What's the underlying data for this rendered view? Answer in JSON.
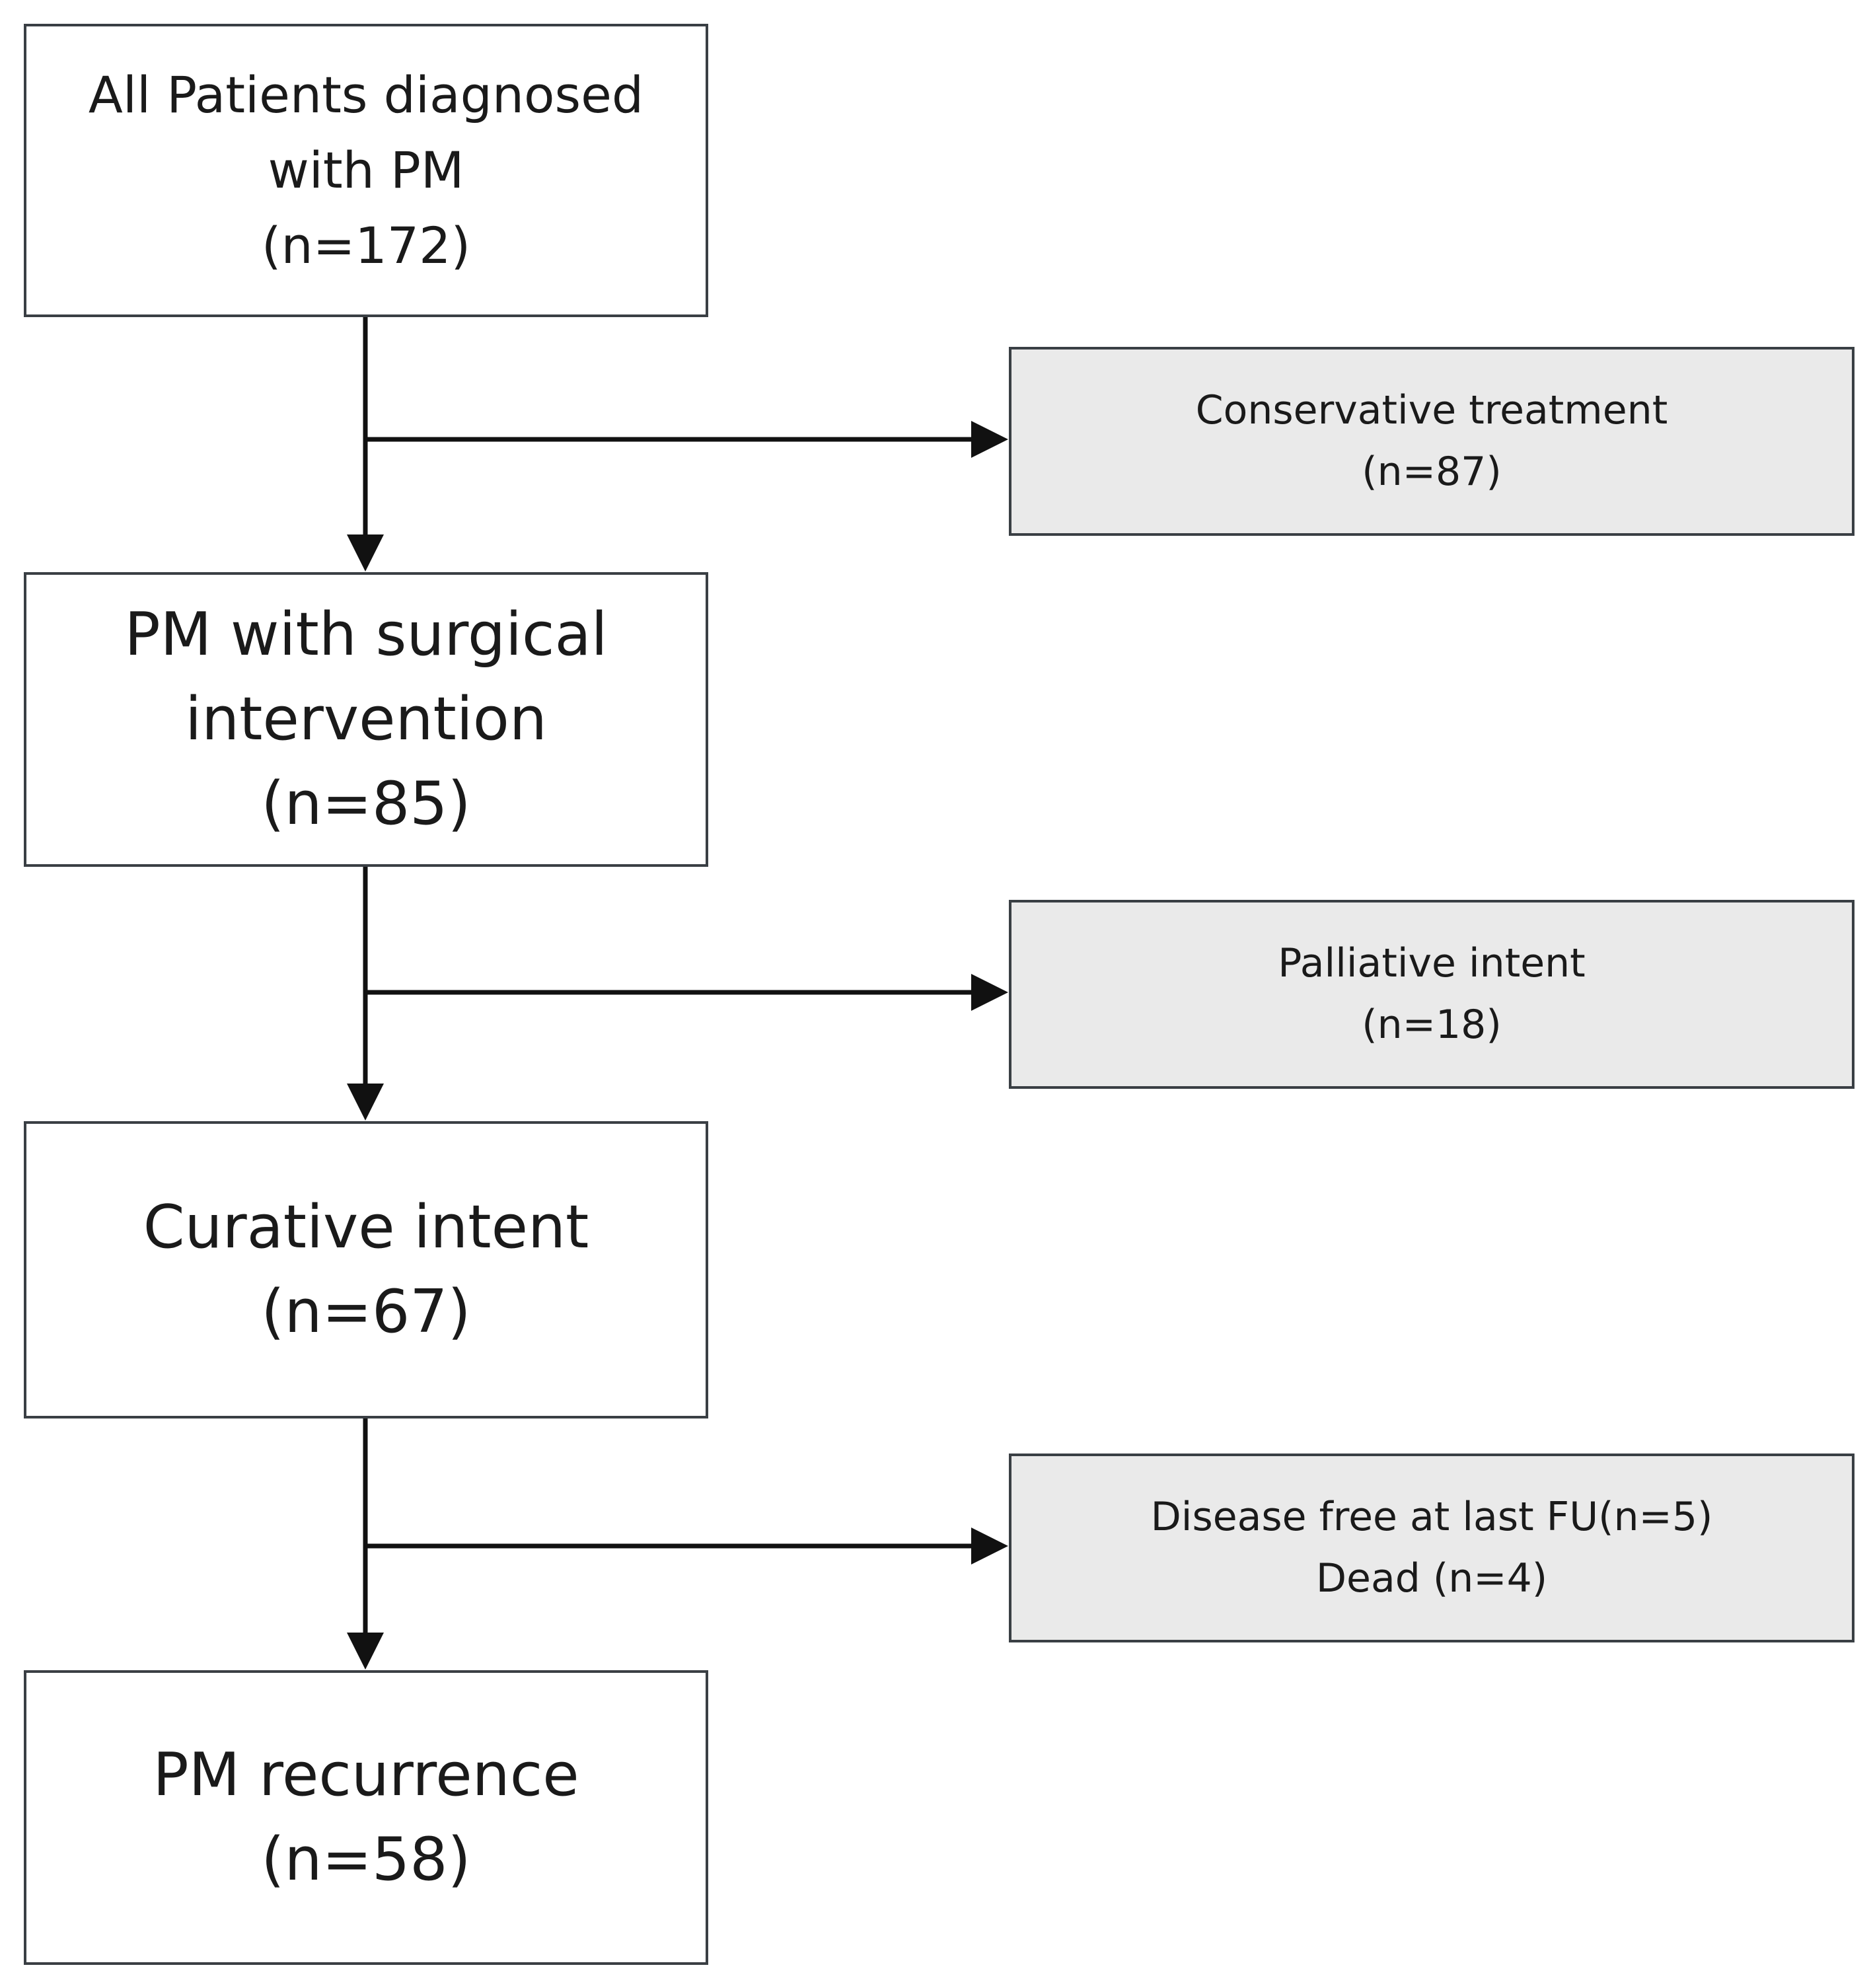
{
  "flowchart": {
    "main_boxes": [
      {
        "lines": [
          "All Patients diagnosed",
          "with PM",
          "(n=172)"
        ]
      },
      {
        "lines": [
          "PM with surgical",
          "intervention",
          "(n=85)"
        ]
      },
      {
        "lines": [
          "Curative intent",
          "(n=67)"
        ]
      },
      {
        "lines": [
          "PM recurrence",
          "(n=58)"
        ]
      }
    ],
    "side_boxes": [
      {
        "lines": [
          "Conservative treatment",
          "(n=87)"
        ]
      },
      {
        "lines": [
          "Palliative intent",
          "(n=18)"
        ]
      },
      {
        "lines": [
          "Disease free at last FU(n=5)",
          "Dead (n=4)"
        ]
      }
    ],
    "colors": {
      "main_box_fill": "#ffffff",
      "side_box_fill": "#eaeaea",
      "border": "#3a3f44",
      "arrow": "#111111",
      "text": "#1a1a1a"
    }
  }
}
